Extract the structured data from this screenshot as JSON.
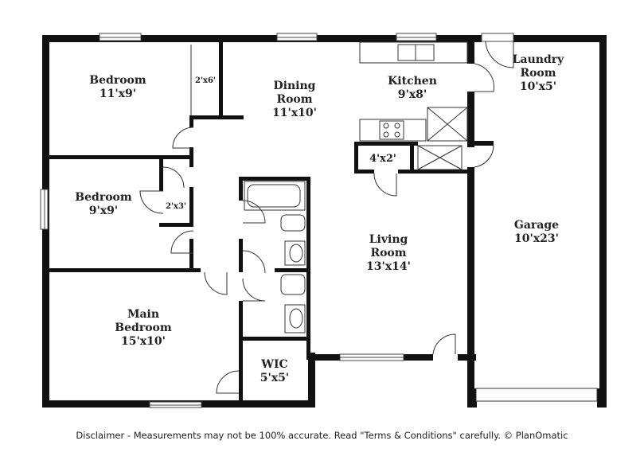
{
  "rooms": {
    "bedroom1": {
      "name": "Bedroom",
      "size": "11'x9'"
    },
    "closet1": {
      "size": "2'x6'"
    },
    "dining": {
      "name1": "Dining",
      "name2": "Room",
      "size": "11'x10'"
    },
    "kitchen": {
      "name": "Kitchen",
      "size": "9'x8'"
    },
    "laundry": {
      "name1": "Laundry",
      "name2": "Room",
      "size": "10'x5'"
    },
    "closet2": {
      "size": "4'x2'"
    },
    "bedroom2": {
      "name": "Bedroom",
      "size": "9'x9'"
    },
    "closet3": {
      "size": "2'x3'"
    },
    "garage": {
      "name": "Garage",
      "size": "10'x23'"
    },
    "living": {
      "name1": "Living",
      "name2": "Room",
      "size": "13'x14'"
    },
    "main_bedroom": {
      "name1": "Main",
      "name2": "Bedroom",
      "size": "15'x10'"
    },
    "wic": {
      "name": "WIC",
      "size": "5'x5'"
    }
  },
  "disclaimer": "Disclaimer - Measurements may not be 100% accurate. Read \"Terms & Conditions\" carefully. © PlanOmatic"
}
